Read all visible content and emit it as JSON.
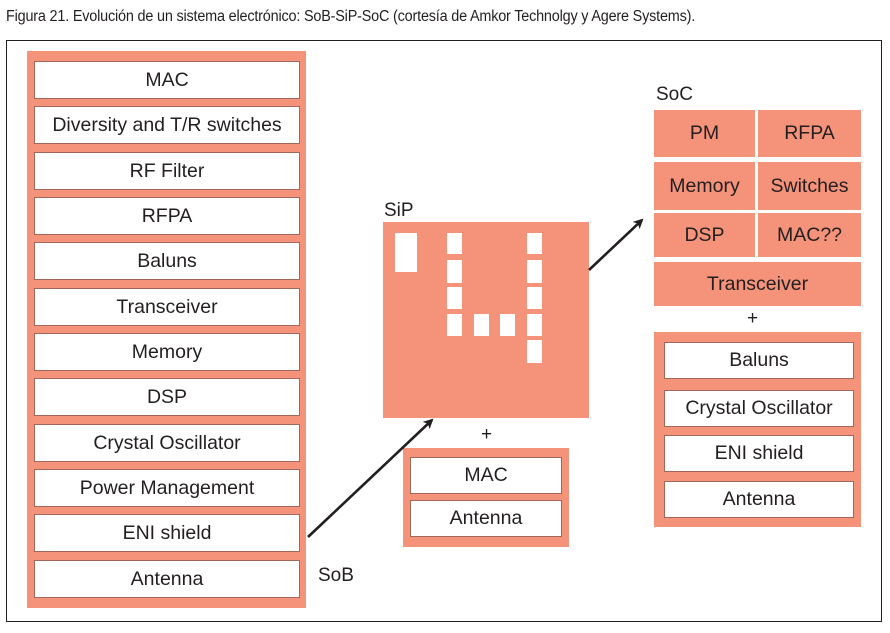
{
  "caption": "Figura 21. Evolución de un sistema electrónico: SoB-SiP-SoC (cortesía de Amkor Technolgy y Agere Systems).",
  "sob": {
    "label": "SoB",
    "items": [
      "MAC",
      "Diversity and T/R switches",
      "RF Filter",
      "RFPA",
      "Baluns",
      "Transceiver",
      "Memory",
      "DSP",
      "Crystal Oscillator",
      "Power Management",
      "ENI shield",
      "Antenna"
    ]
  },
  "sip": {
    "label": "SiP",
    "plus": "+",
    "external_items": [
      "MAC",
      "Antenna"
    ]
  },
  "soc": {
    "label": "SoC",
    "cells": [
      "PM",
      "RFPA",
      "Memory",
      "Switches",
      "DSP",
      "MAC??"
    ],
    "wide_cell": "Transceiver",
    "plus": "+",
    "external_items": [
      "Baluns",
      "Crystal Oscillator",
      "ENI shield",
      "Antenna"
    ]
  },
  "colors": {
    "block": "#f4927a",
    "line": "#231f20"
  }
}
